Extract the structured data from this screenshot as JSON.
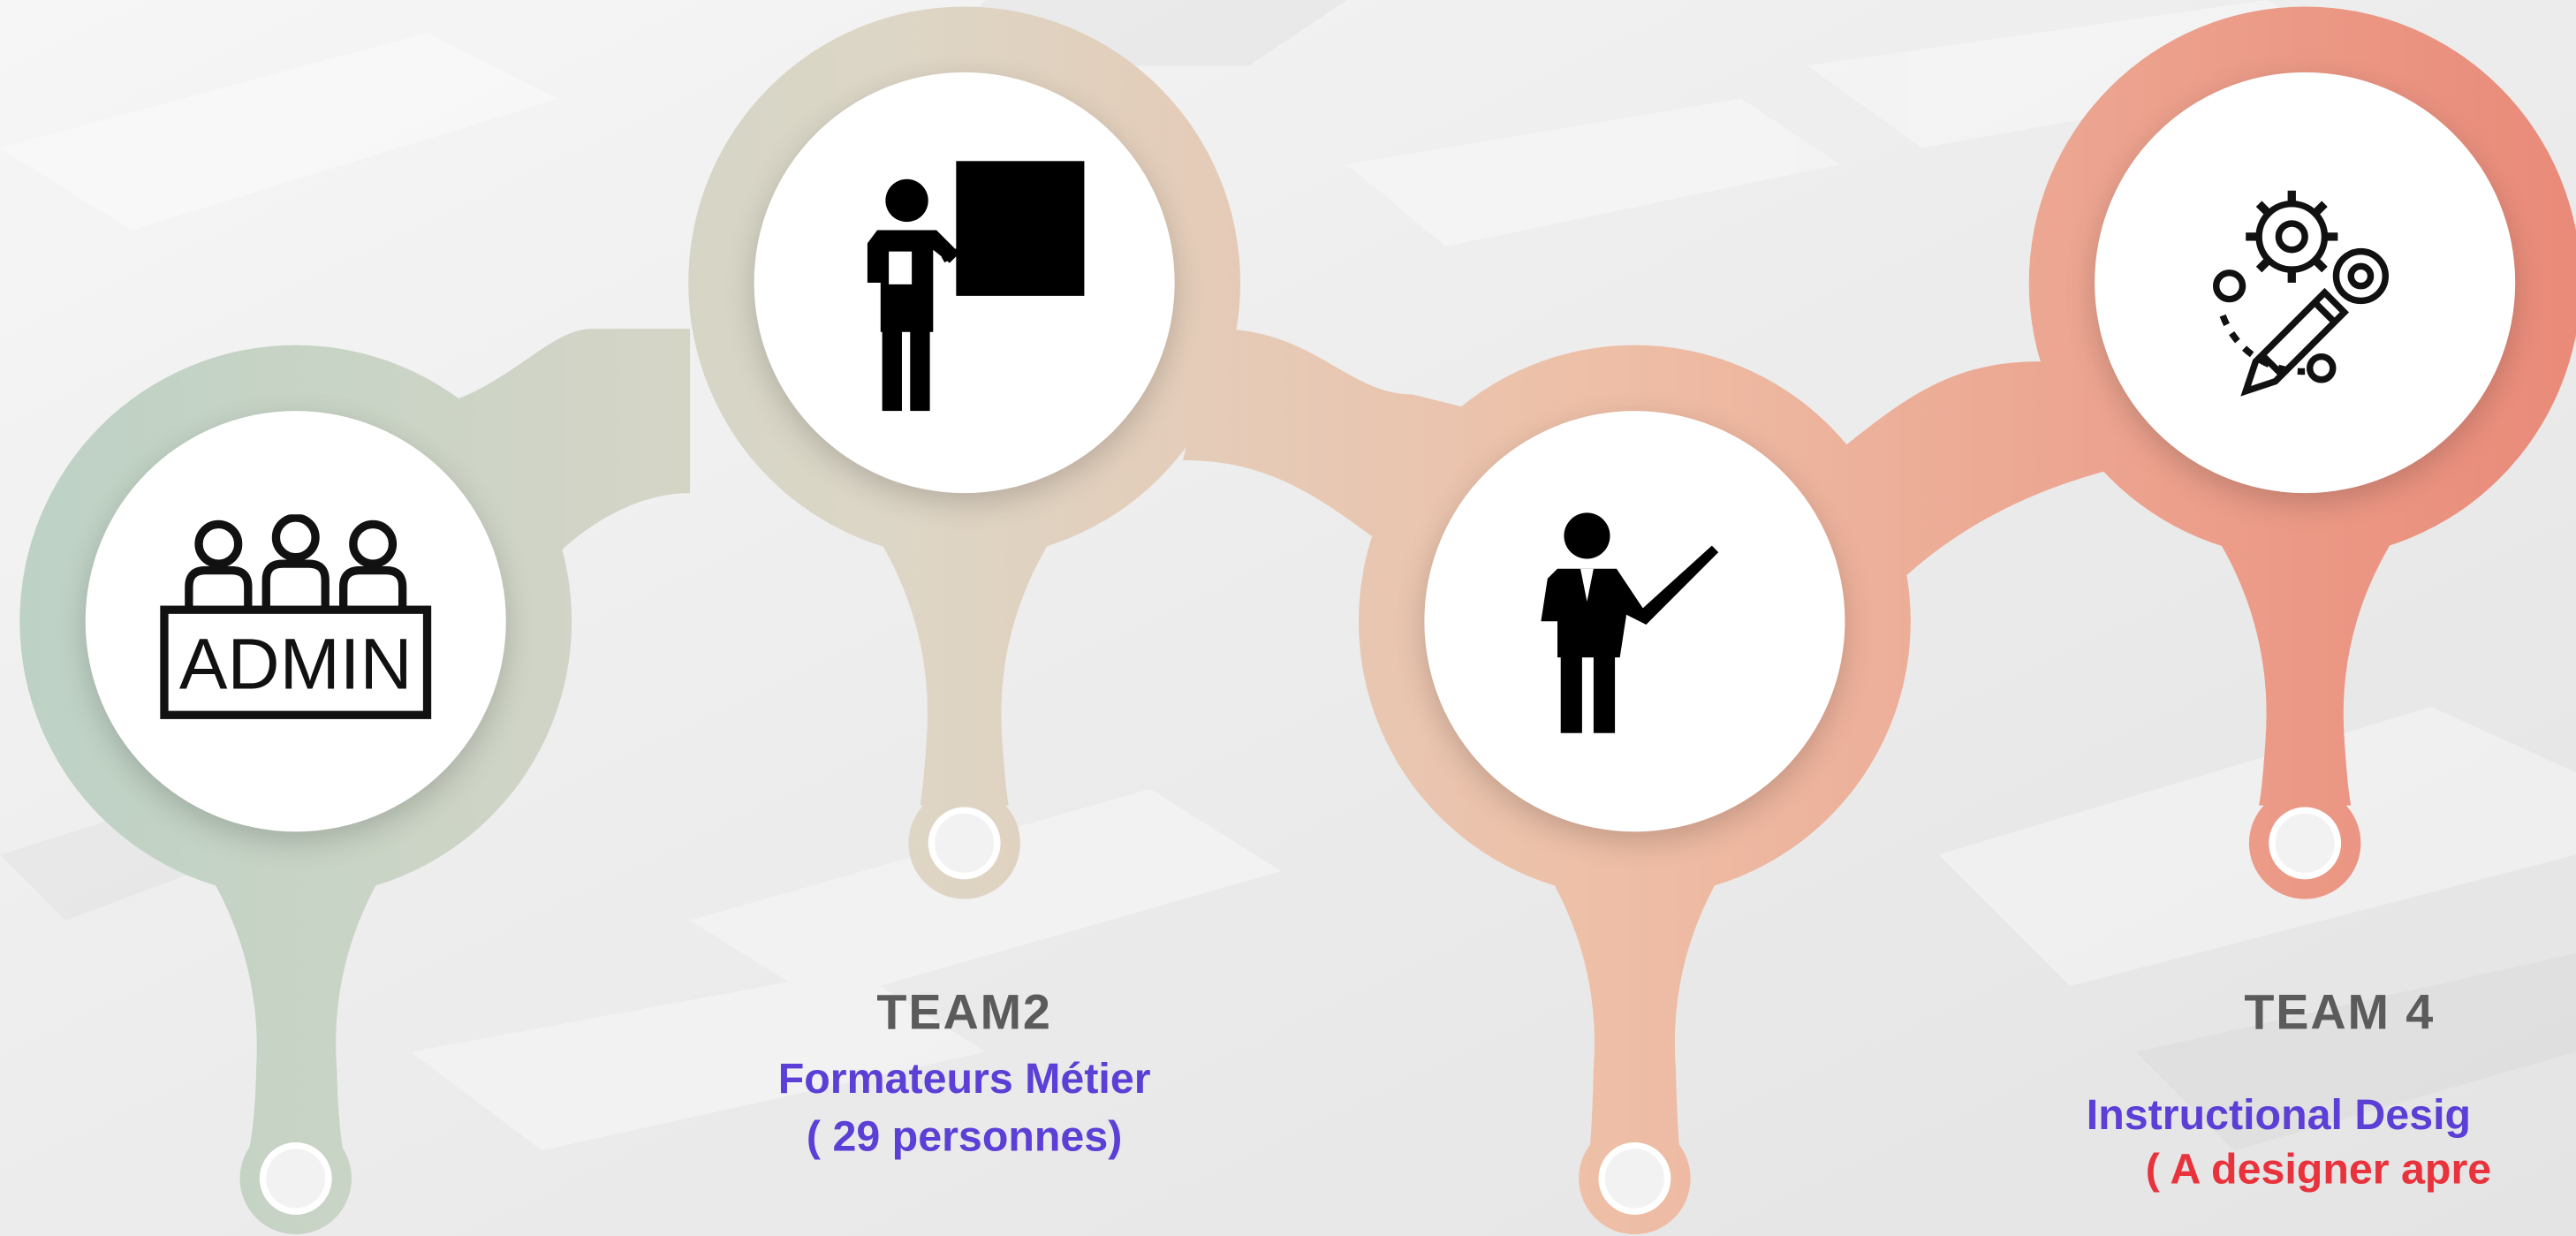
{
  "colors": {
    "green": "#bcd2c5",
    "beige": "#ddd6c6",
    "peach": "#eebfa7",
    "coral": "#ea8a79",
    "title_gray": "#5b5b5b",
    "role_purple": "#5b3fd6",
    "note_red": "#e8323c"
  },
  "nodes": [
    {
      "icon": "admin-group-icon",
      "icon_text": "ADMIN"
    },
    {
      "icon": "trainer-board-icon"
    },
    {
      "icon": "presenter-pointer-icon"
    },
    {
      "icon": "design-gears-pencil-icon"
    }
  ],
  "team2": {
    "title": "TEAM2",
    "role": "Formateurs Métier",
    "count": "( 29 personnes)"
  },
  "team4": {
    "title": "TEAM 4",
    "role": "Instructional Desig",
    "note": "( A designer apre"
  }
}
